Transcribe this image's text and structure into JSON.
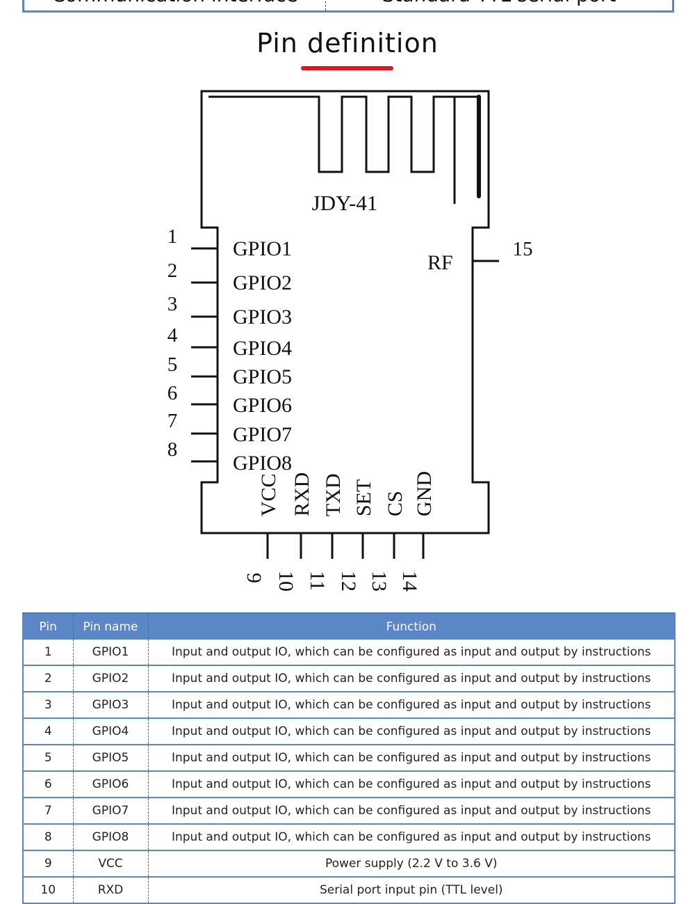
{
  "top_table": {
    "row": [
      "Communication interface",
      "Standard TTL serial port"
    ]
  },
  "section": {
    "title": "Pin definition",
    "accent_color": "#e0151f"
  },
  "diagram": {
    "module_name": "JDY-41",
    "left_pins": [
      {
        "number": "1",
        "name": "GPIO1"
      },
      {
        "number": "2",
        "name": "GPIO2"
      },
      {
        "number": "3",
        "name": "GPIO3"
      },
      {
        "number": "4",
        "name": "GPIO4"
      },
      {
        "number": "5",
        "name": "GPIO5"
      },
      {
        "number": "6",
        "name": "GPIO6"
      },
      {
        "number": "7",
        "name": "GPIO7"
      },
      {
        "number": "8",
        "name": "GPIO8"
      }
    ],
    "bottom_pins": [
      {
        "number": "9",
        "name": "VCC"
      },
      {
        "number": "10",
        "name": "RXD"
      },
      {
        "number": "11",
        "name": "TXD"
      },
      {
        "number": "12",
        "name": "SET"
      },
      {
        "number": "13",
        "name": "CS"
      },
      {
        "number": "14",
        "name": "GND"
      }
    ],
    "right_pins": [
      {
        "number": "15",
        "name": "RF"
      }
    ]
  },
  "pin_table": {
    "header_color": "#5b87c6",
    "headers": [
      "Pin",
      "Pin name",
      "Function"
    ],
    "rows": [
      [
        "1",
        "GPIO1",
        "Input and output IO, which can be configured as input and output by instructions"
      ],
      [
        "2",
        "GPIO2",
        "Input and output IO, which can be configured as input and output by instructions"
      ],
      [
        "3",
        "GPIO3",
        "Input and output IO, which can be configured as input and output by instructions"
      ],
      [
        "4",
        "GPIO4",
        "Input and output IO, which can be configured as input and output by instructions"
      ],
      [
        "5",
        "GPIO5",
        "Input and output IO, which can be configured as input and output by instructions"
      ],
      [
        "6",
        "GPIO6",
        "Input and output IO, which can be configured as input and output by instructions"
      ],
      [
        "7",
        "GPIO7",
        "Input and output IO, which can be configured as input and output by instructions"
      ],
      [
        "8",
        "GPIO8",
        "Input and output IO, which can be configured as input and output by instructions"
      ],
      [
        "9",
        "VCC",
        "Power supply (2.2 V to 3.6 V)"
      ],
      [
        "10",
        "RXD",
        "Serial port input pin (TTL level)"
      ]
    ]
  }
}
